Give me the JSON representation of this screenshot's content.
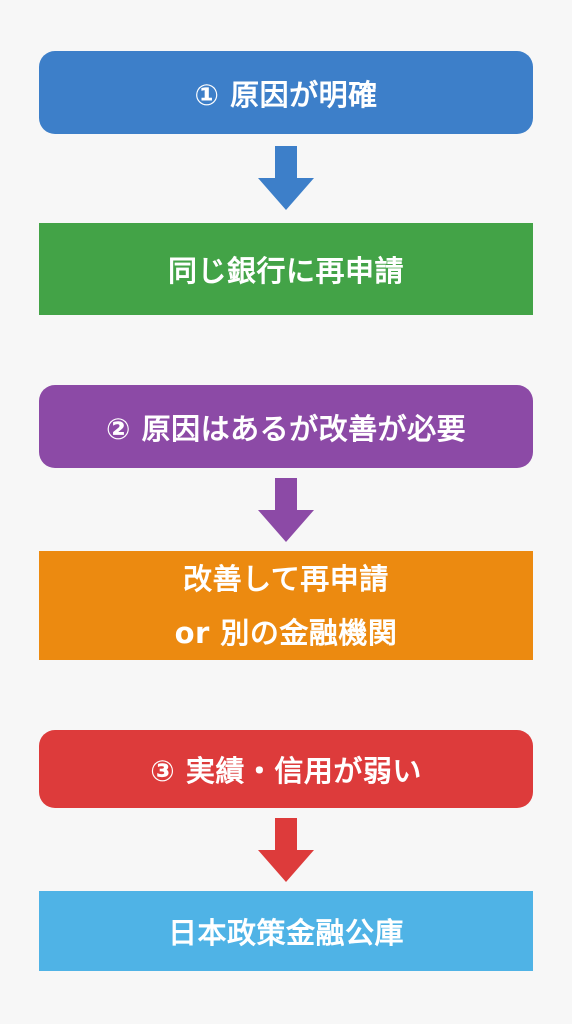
{
  "steps": [
    {
      "condition": "① 原因が明確",
      "condition_color": "#3d7fc9",
      "arrow_color": "#3d7fc9",
      "result_lines": [
        "同じ銀行に再申請"
      ],
      "result_color": "#43a347"
    },
    {
      "condition": "② 原因はあるが改善が必要",
      "condition_color": "#8c4aa6",
      "arrow_color": "#8c4aa6",
      "result_lines": [
        "改善して再申請",
        "or 別の金融機関"
      ],
      "result_color": "#ec8a10"
    },
    {
      "condition": "③ 実績・信用が弱い",
      "condition_color": "#dd3b3b",
      "arrow_color": "#dd3b3b",
      "result_lines": [
        "日本政策金融公庫"
      ],
      "result_color": "#4fb3e6"
    }
  ]
}
